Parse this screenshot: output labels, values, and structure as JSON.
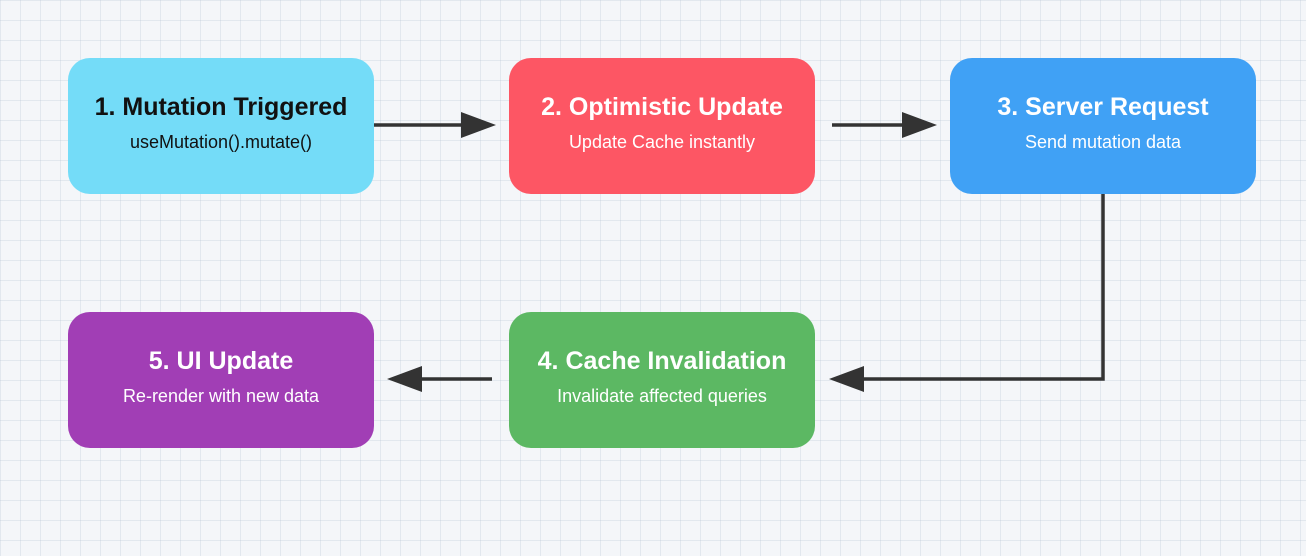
{
  "nodes": [
    {
      "id": "n1",
      "title": "1. Mutation Triggered",
      "subtitle": "useMutation().mutate()",
      "bg": "#74dcf8",
      "fg": "#111111"
    },
    {
      "id": "n2",
      "title": "2. Optimistic Update",
      "subtitle": "Update Cache instantly",
      "bg": "#fd5664",
      "fg": "#ffffff"
    },
    {
      "id": "n3",
      "title": "3. Server Request",
      "subtitle": "Send mutation data",
      "bg": "#40a1f5",
      "fg": "#ffffff"
    },
    {
      "id": "n4",
      "title": "4. Cache Invalidation",
      "subtitle": "Invalidate affected queries",
      "bg": "#5cb863",
      "fg": "#ffffff"
    },
    {
      "id": "n5",
      "title": "5. UI Update",
      "subtitle": "Re-render with new data",
      "bg": "#a13eb5",
      "fg": "#ffffff"
    }
  ],
  "edges": [
    {
      "from": "n1",
      "to": "n2"
    },
    {
      "from": "n2",
      "to": "n3"
    },
    {
      "from": "n3",
      "to": "n4"
    },
    {
      "from": "n4",
      "to": "n5"
    }
  ],
  "colors": {
    "connector": "#333333",
    "grid_background": "#f4f6f9"
  }
}
